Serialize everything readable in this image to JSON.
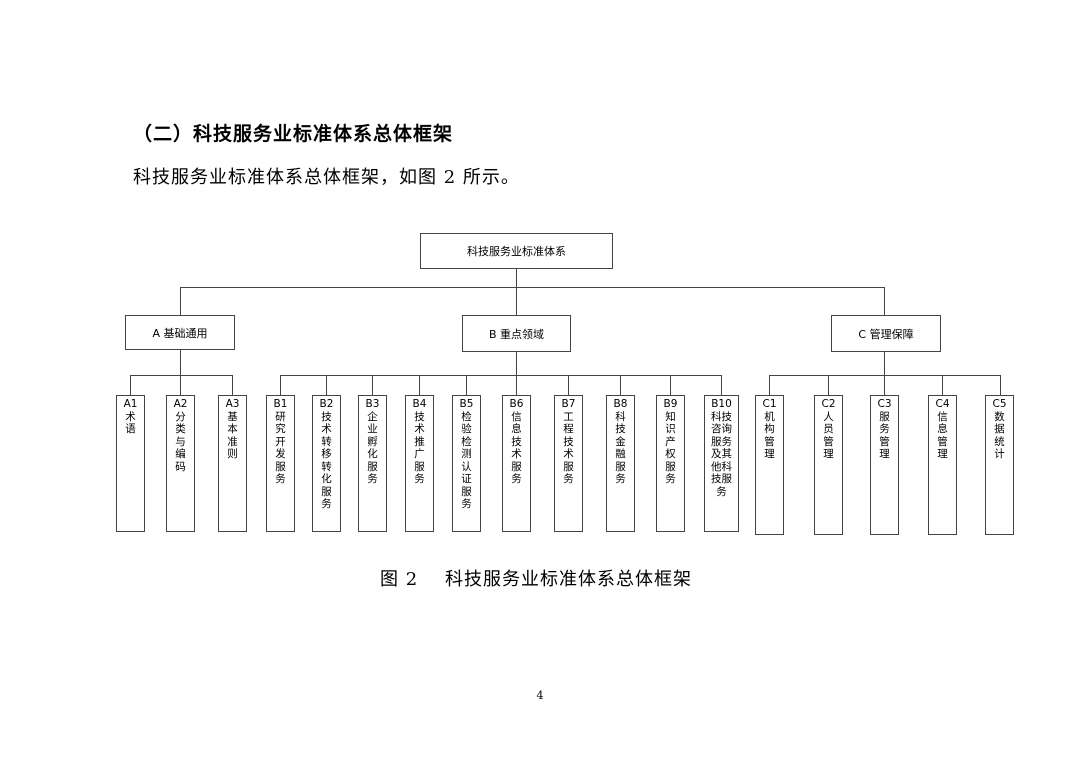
{
  "heading": "（二）科技服务业标准体系总体框架",
  "intro": "科技服务业标准体系总体框架，如图 2 所示。",
  "diagram": {
    "root": "科技服务业标准体系",
    "groups": [
      {
        "label": "A 基础通用",
        "children": [
          {
            "code": "A1",
            "name": "术\n语"
          },
          {
            "code": "A2",
            "name": "分\n类\n与\n编\n码"
          },
          {
            "code": "A3",
            "name": "基\n本\n准\n则"
          }
        ]
      },
      {
        "label": "B 重点领域",
        "children": [
          {
            "code": "B1",
            "name": "研\n究\n开\n发\n服\n务"
          },
          {
            "code": "B2",
            "name": "技\n术\n转\n移\n转\n化\n服\n务"
          },
          {
            "code": "B3",
            "name": "企\n业\n孵\n化\n服\n务"
          },
          {
            "code": "B4",
            "name": "技\n术\n推\n广\n服\n务"
          },
          {
            "code": "B5",
            "name": "检\n验\n检\n测\n认\n证\n服\n务"
          },
          {
            "code": "B6",
            "name": "信\n息\n技\n术\n服\n务"
          },
          {
            "code": "B7",
            "name": "工\n程\n技\n术\n服\n务"
          },
          {
            "code": "B8",
            "name": "科\n技\n金\n融\n服\n务"
          },
          {
            "code": "B9",
            "name": "知\n识\n产\n权\n服\n务"
          },
          {
            "code": "B10",
            "name": "科技\n咨询\n服务\n及其\n他科\n技服\n务"
          }
        ]
      },
      {
        "label": "C 管理保障",
        "children": [
          {
            "code": "C1",
            "name": "机\n构\n管\n理"
          },
          {
            "code": "C2",
            "name": "人\n员\n管\n理"
          },
          {
            "code": "C3",
            "name": "服\n务\n管\n理"
          },
          {
            "code": "C4",
            "name": "信\n息\n管\n理"
          },
          {
            "code": "C5",
            "name": "数\n据\n统\n计"
          }
        ]
      }
    ]
  },
  "caption": "图 2    科技服务业标准体系总体框架",
  "page_number": "4"
}
